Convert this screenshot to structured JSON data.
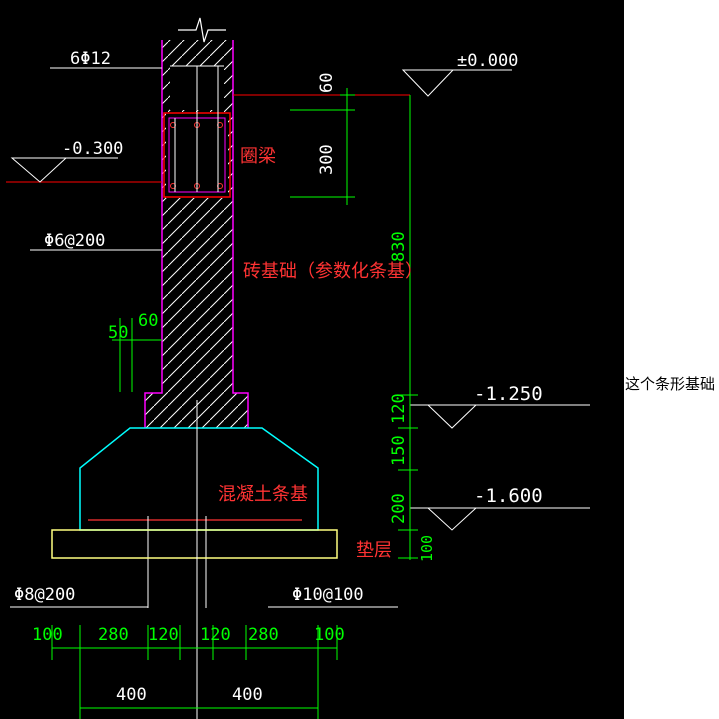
{
  "colors": {
    "background": "#000000",
    "wall": "#ff00ff",
    "ring_beam": "#ff0000",
    "footing": "#00ffff",
    "cushion": "#ffff80",
    "dimension": "#00ff00",
    "text_white": "#ffffff",
    "label_red": "#ff3333"
  },
  "labels": {
    "top_rebar": "6Φ12",
    "stirrup": "Φ6@200",
    "bottom_rebar_left": "Φ8@200",
    "bottom_rebar_right": "Φ10@100",
    "ring_beam": "圈梁",
    "brick_foundation": "砖基础（参数化条基）",
    "concrete_footing": "混凝土条基",
    "cushion": "垫层"
  },
  "elevations": {
    "top": "±0.000",
    "beam": "-0.300",
    "brick_bottom": "-1.250",
    "footing_bottom": "-1.600"
  },
  "dimensions": {
    "vertical": [
      "60",
      "300",
      "830",
      "120",
      "150",
      "200",
      "100"
    ],
    "brick_step": [
      "50",
      "60"
    ],
    "bottom_row": [
      "100",
      "280",
      "120",
      "120",
      "280",
      "100"
    ],
    "half_widths": [
      "400",
      "400"
    ]
  },
  "side_text": "这个条形基础"
}
